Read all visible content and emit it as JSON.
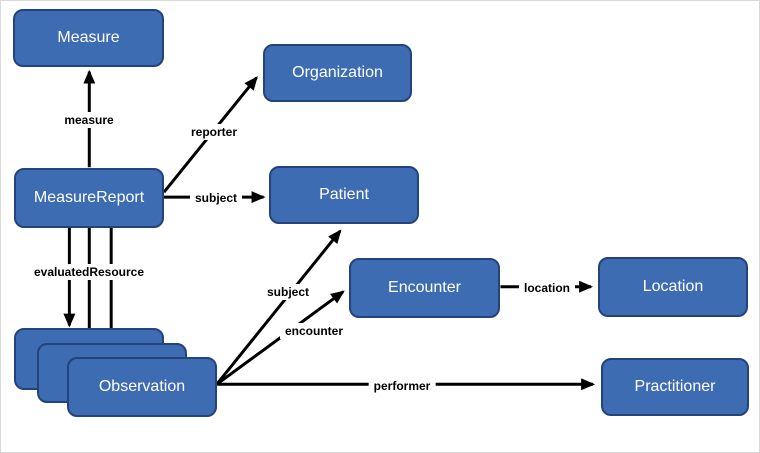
{
  "diagram": {
    "nodes": [
      {
        "id": "measure",
        "label": "Measure"
      },
      {
        "id": "measure-report",
        "label": "MeasureReport"
      },
      {
        "id": "organization",
        "label": "Organization"
      },
      {
        "id": "patient",
        "label": "Patient"
      },
      {
        "id": "encounter",
        "label": "Encounter"
      },
      {
        "id": "location",
        "label": "Location"
      },
      {
        "id": "observation",
        "label": "Observation"
      },
      {
        "id": "practitioner",
        "label": "Practitioner"
      }
    ],
    "edges": [
      {
        "from": "MeasureReport",
        "to": "Measure",
        "label": "measure"
      },
      {
        "from": "MeasureReport",
        "to": "Organization",
        "label": "reporter"
      },
      {
        "from": "MeasureReport",
        "to": "Patient",
        "label": "subject"
      },
      {
        "from": "MeasureReport",
        "to": "Observation",
        "label": "evaluatedResource"
      },
      {
        "from": "Observation",
        "to": "Patient",
        "label": "subject"
      },
      {
        "from": "Observation",
        "to": "Encounter",
        "label": "encounter"
      },
      {
        "from": "Encounter",
        "to": "Location",
        "label": "location"
      },
      {
        "from": "Observation",
        "to": "Practitioner",
        "label": "performer"
      }
    ],
    "colors": {
      "node_fill": "#3d6cb3",
      "node_border": "#24437a",
      "node_text": "#ffffff",
      "edge": "#000000",
      "edge_label": "#000000",
      "background": "#ffffff"
    }
  }
}
